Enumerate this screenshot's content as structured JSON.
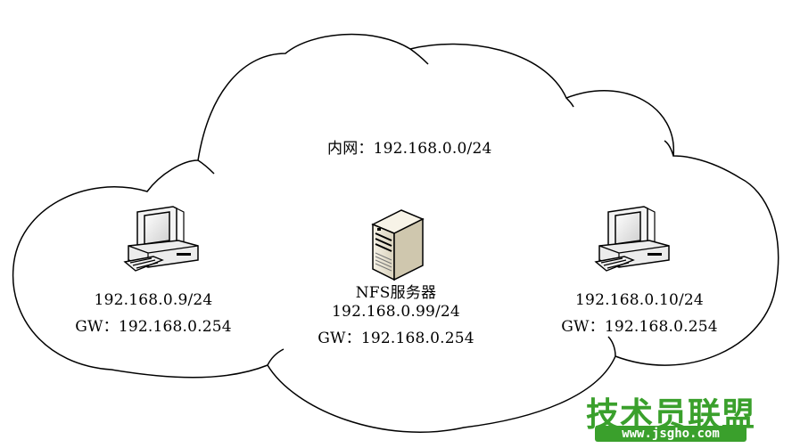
{
  "network_label": "内网：192.168.0.0/24",
  "left_client": {
    "ip": "192.168.0.9/24",
    "gateway": "GW：192.168.0.254",
    "icon": "desktop-computer-icon"
  },
  "server": {
    "name": "NFS服务器",
    "ip": "192.168.0.99/24",
    "gateway": "GW：192.168.0.254",
    "icon": "server-tower-icon"
  },
  "right_client": {
    "ip": "192.168.0.10/24",
    "gateway": "GW：192.168.0.254",
    "icon": "desktop-computer-icon"
  },
  "watermark": {
    "title": "技术员联盟",
    "url": "www.jsgho.com",
    "color": "#3aa02c"
  }
}
